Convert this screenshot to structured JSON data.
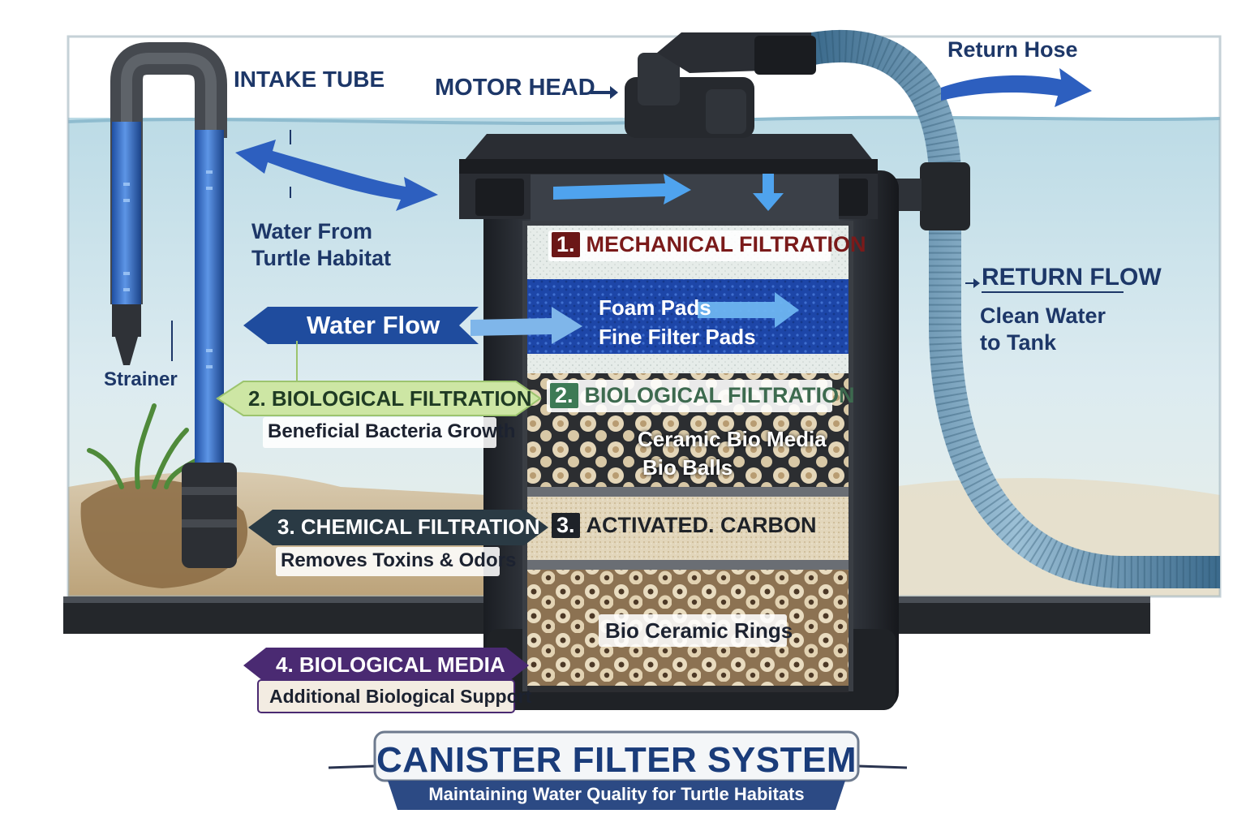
{
  "labels": {
    "intake_tube": "INTAKE TUBE",
    "motor_head": "MOTOR HEAD",
    "return_hose": "Return Hose",
    "water_from_line1": "Water From",
    "water_from_line2": "Turtle Habitat",
    "water_flow": "Water Flow",
    "strainer": "Strainer",
    "return_flow_title": "RETURN FLOW",
    "return_flow_line1": "Clean Water",
    "return_flow_line2": "to Tank"
  },
  "stages": {
    "mechanical": {
      "num": "1.",
      "title": "MECHANICAL FILTRATION",
      "media_line1": "Foam Pads",
      "media_line2": "Fine Filter Pads"
    },
    "biological_inner": {
      "num": "2.",
      "title": "BIOLOGICAL FILTRATION",
      "media_line1": "Ceramic Bio Media",
      "media_line2": "Bio Balls"
    },
    "biological_callout": {
      "title": "2. BIOLOGICAL FILTRATION",
      "desc": "Beneficial Bacteria Growth"
    },
    "chemical_callout": {
      "title": "3. CHEMICAL FILTRATION",
      "desc": "Removes Toxins & Odors"
    },
    "carbon_inner": {
      "num": "3.",
      "title": "ACTIVATED. CARBON"
    },
    "bio_media_callout": {
      "title": "4. BIOLOGICAL MEDIA",
      "desc": "Additional Biological Support"
    },
    "rings": {
      "label": "Bio Ceramic Rings"
    }
  },
  "title": {
    "main": "CANISTER FILTER SYSTEM",
    "sub": "Maintaining Water Quality for Turtle Habitats"
  },
  "colors": {
    "navy": "#1d3768",
    "mechanical_red": "#7a1a1a",
    "bio_green": "#3d7a55",
    "callout_green": "#c4e39a",
    "chemical_dark": "#26343c",
    "purple": "#4a2a72",
    "water_blue": "#2f6fc4",
    "hose_blue": "#5f8fb0"
  },
  "icons": [
    "flow-arrow-icon",
    "return-arrow-icon",
    "motor-arrow-icon"
  ]
}
